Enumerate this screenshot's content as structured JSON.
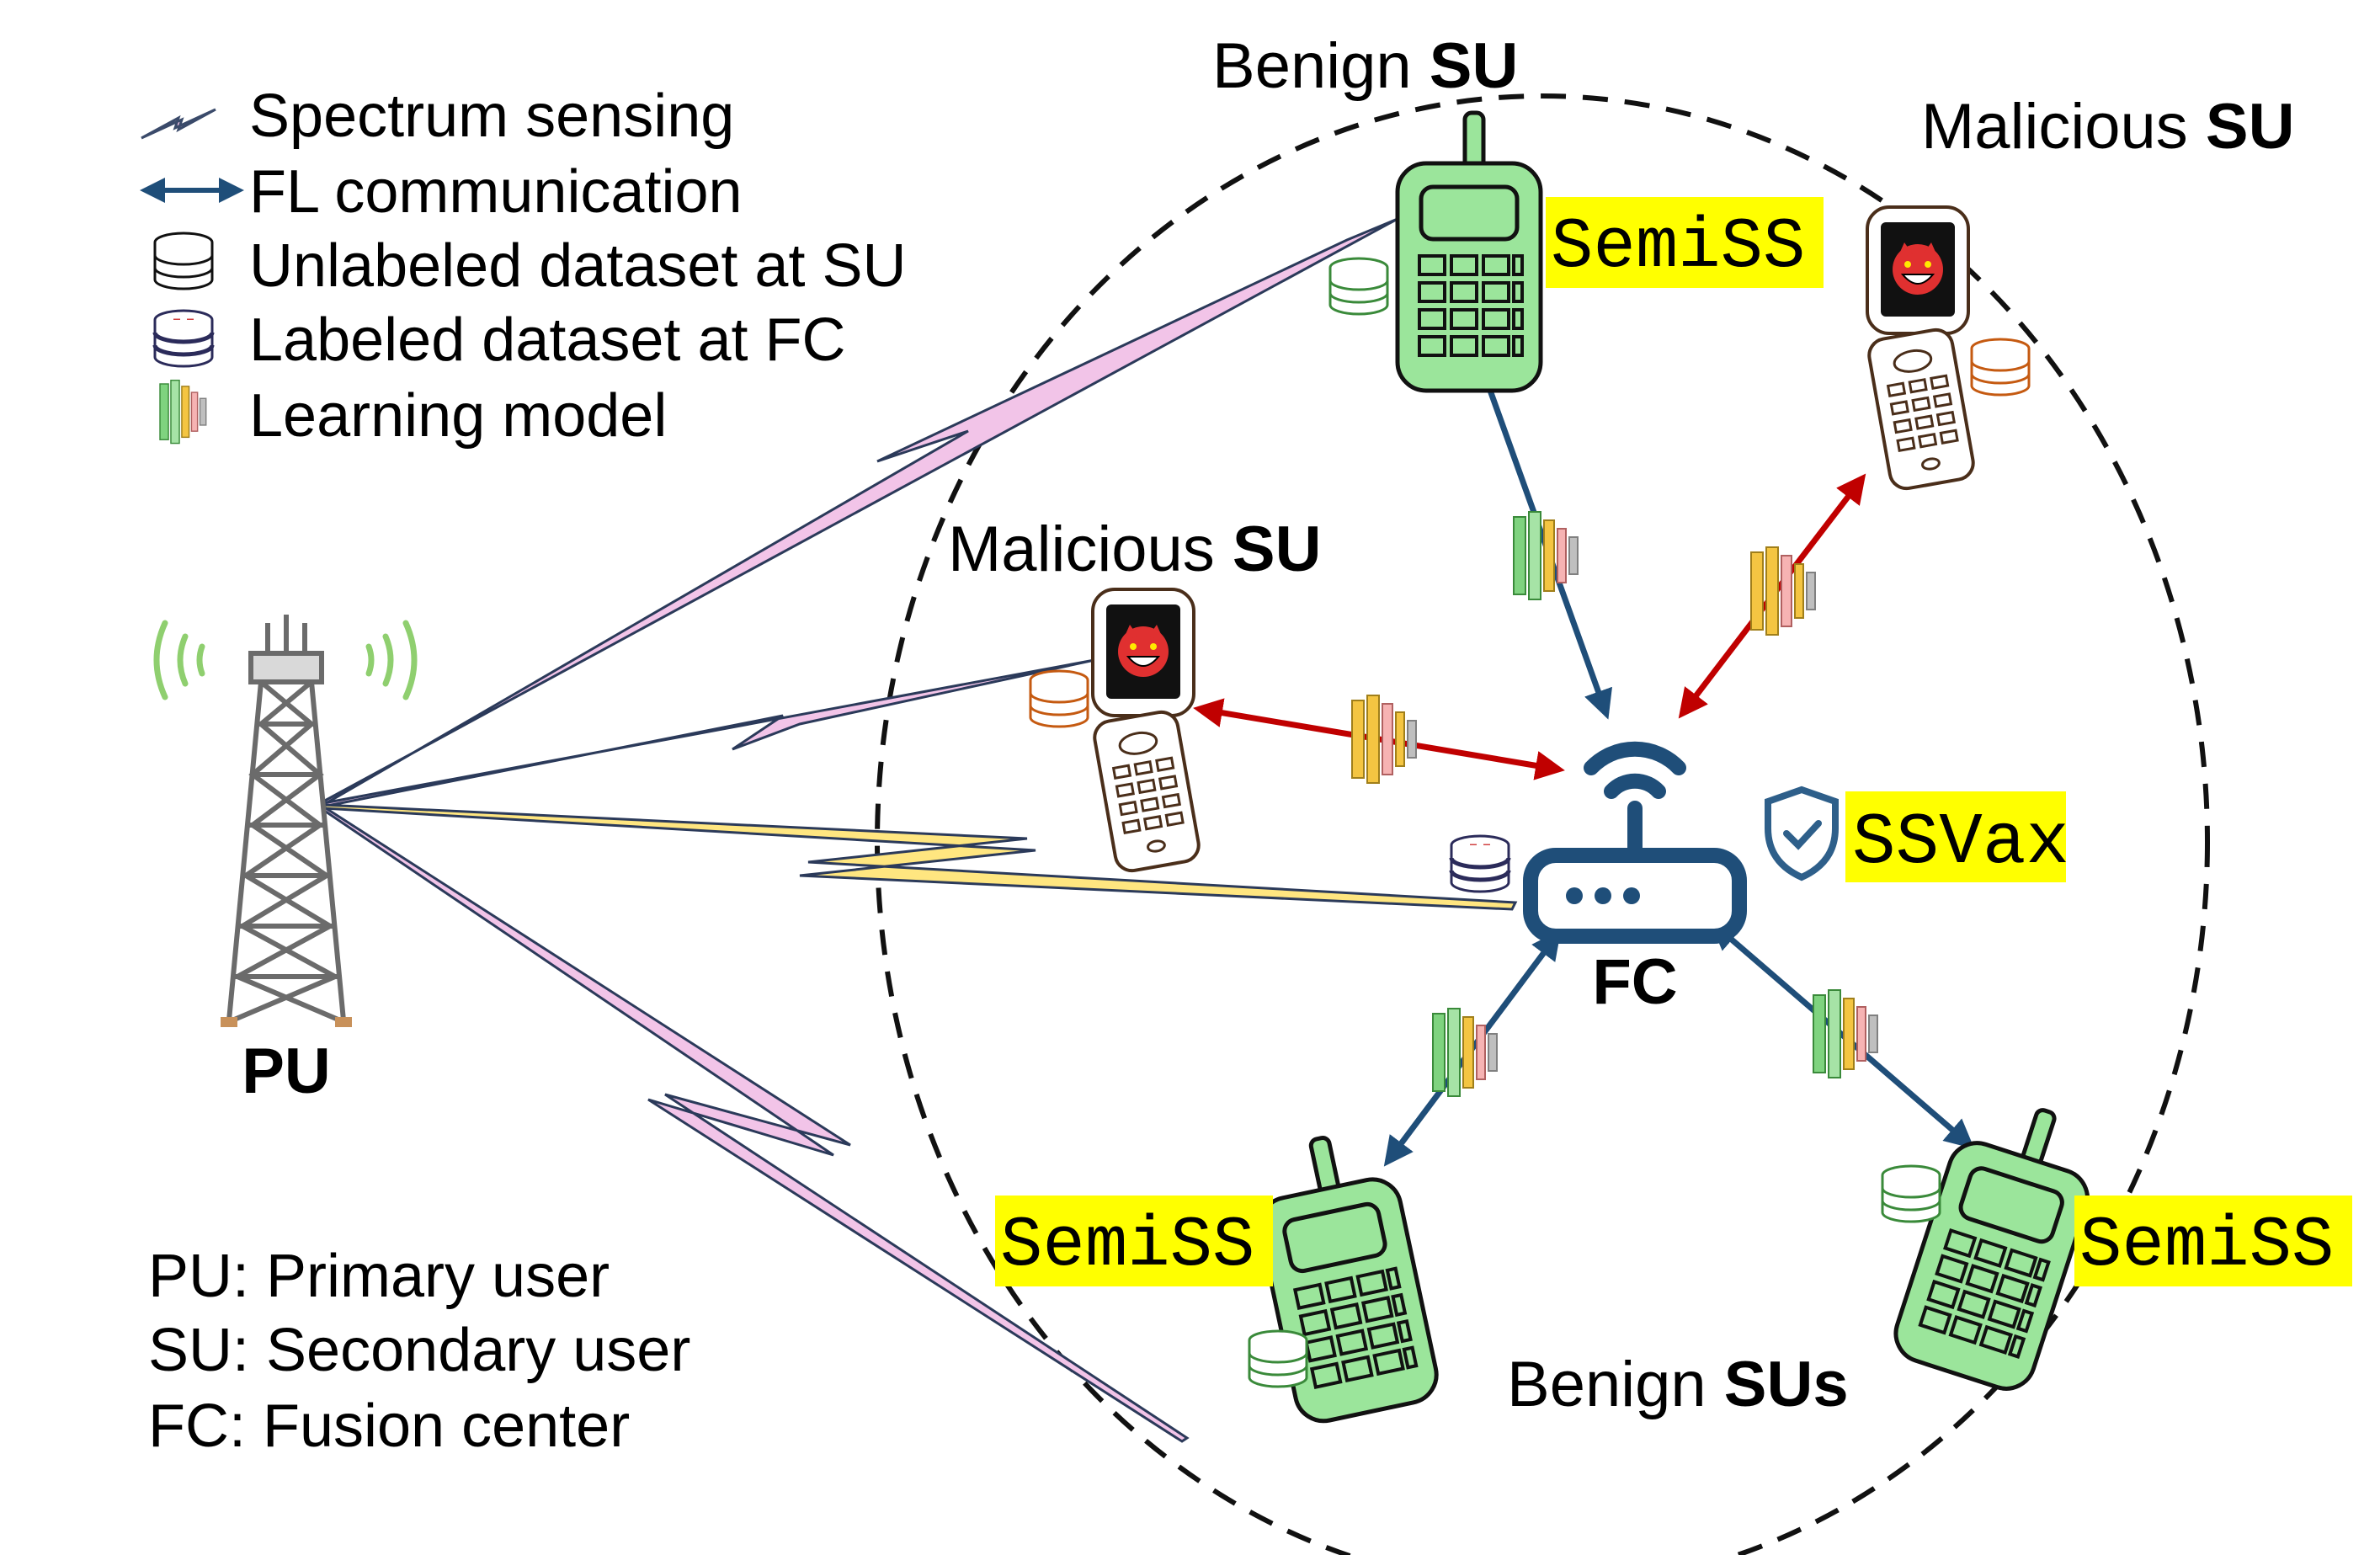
{
  "legend": {
    "spectrum_sensing": "Spectrum sensing",
    "fl_communication": "FL communication",
    "unlabeled_dataset": "Unlabeled dataset at SU",
    "labeled_dataset": "Labeled dataset at FC",
    "learning_model": "Learning model"
  },
  "abbreviations": {
    "pu": "PU: Primary user",
    "su": "SU: Secondary user",
    "fc": "FC: Fusion center"
  },
  "nodes": {
    "pu_label": "PU",
    "fc_label": "FC",
    "benign_top": {
      "prefix": "Benign ",
      "bold": "SU"
    },
    "malicious_right": {
      "prefix": "Malicious ",
      "bold": "SU"
    },
    "malicious_left": {
      "prefix": "Malicious ",
      "bold": "SU"
    },
    "benign_bottom": {
      "prefix": "Benign ",
      "bold": "SUs"
    }
  },
  "tags": {
    "semiss_top": "SemiSS",
    "semiss_bottom_left": "SemiSS",
    "semiss_bottom_right": "SemiSS",
    "ssvax": "SSVax"
  },
  "colors": {
    "fl_link": "#1f4e79",
    "malicious_link": "#c00000",
    "benign_phone": "#9be59b",
    "benign_dataset": "#3a8a3a",
    "malicious_dataset": "#c55a11",
    "fc_icon": "#1f4e79",
    "tag_highlight": "#ffff00",
    "sensing_bolt": "#f2c4e8",
    "fc_bolt": "#ffe680"
  }
}
